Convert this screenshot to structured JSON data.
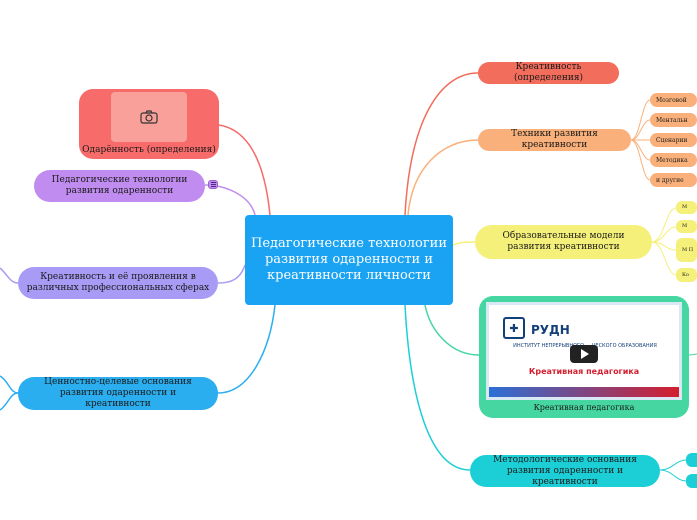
{
  "center": {
    "title": "Педагогические технологии развития одаренности и креативности личности"
  },
  "left_nodes": {
    "giftedness": "Одарённость (определения)",
    "ped_tech": "Педагогические технологии развития одаренности",
    "prof_spheres": "Креативность и её проявления в различных профессиональных сферах",
    "value_bases": "Ценностно-целевые основания развития одаренности и креативности"
  },
  "right_nodes": {
    "creativity_def": "Креативность (определения)",
    "techniques": "Техники развития креативности",
    "models": "Образовательные модели развития креативности",
    "video_caption": "Креативная педагогика",
    "method_bases": "Методологические основания развития одаренности и креативности"
  },
  "technique_children": [
    "Мозговой",
    "Ментальн",
    "Сценарии",
    "Методика",
    "и другие"
  ],
  "model_children": [
    "М",
    "М",
    "М П",
    "Ко"
  ],
  "video": {
    "logo_text": "РУДН",
    "subtitle": "ИНСТИТУТ НЕПРЕРЫВНОГО ... ЧЕСКОГО ОБРАЗОВАНИЯ",
    "banner": "Креативная педагогика"
  },
  "colors": {
    "center": "#1aa3f2",
    "red": "#f86b6b",
    "coral": "#f26d5b",
    "peach": "#f9b07a",
    "yellow": "#f5f07a",
    "green": "#45d6a2",
    "teal": "#1ccfd6",
    "purple": "#c08cf0",
    "lavender": "#a79bf5",
    "blue": "#2aaeef"
  }
}
